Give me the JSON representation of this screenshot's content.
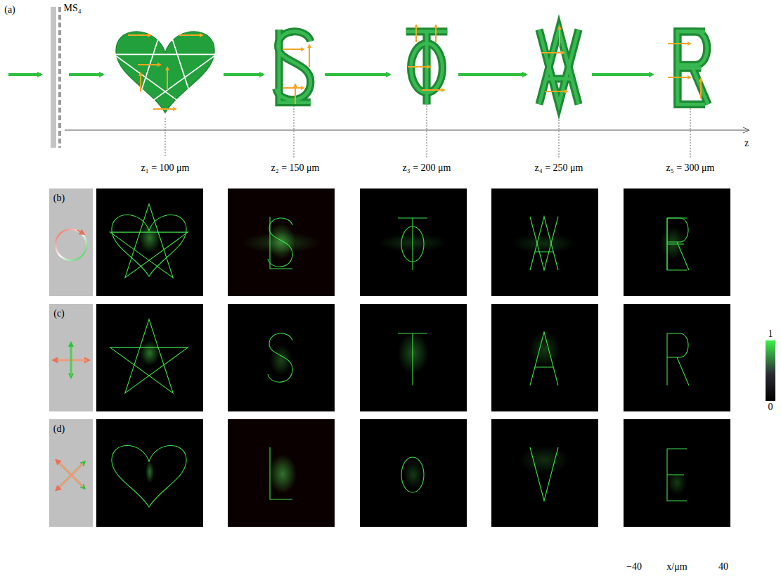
{
  "diagram": {
    "labels": [
      "(a)",
      "MS₄",
      "z",
      "z₁ = 100 μm",
      "z₂ = 150 μm",
      "z₃ = 200 μm",
      "z₄ = 250 μm",
      "z₅ = 300 μm",
      "(b)",
      "(c)",
      "(d)",
      "1",
      "0",
      "−40",
      "x/μm",
      "40"
    ]
  }
}
